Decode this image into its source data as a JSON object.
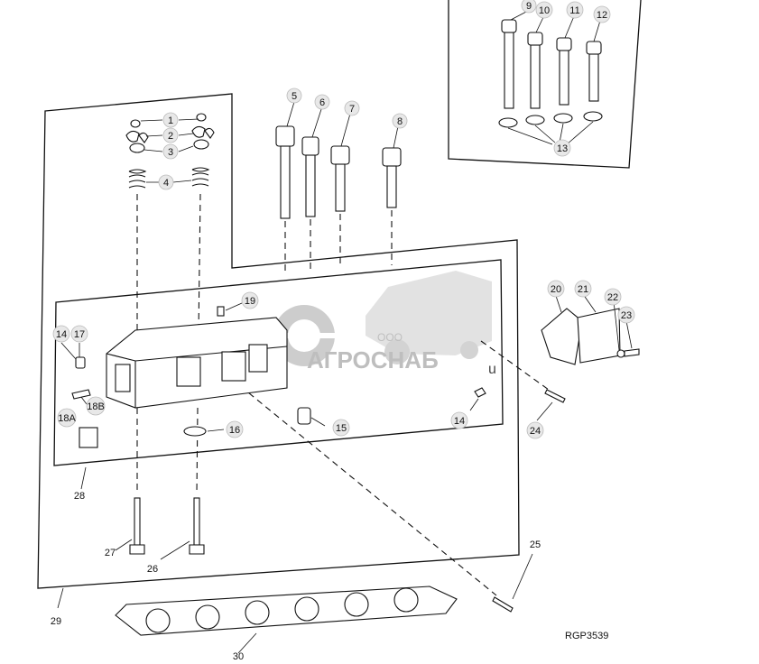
{
  "callouts": {
    "c1": "1",
    "c2": "2",
    "c3": "3",
    "c4": "4",
    "c5": "5",
    "c6": "6",
    "c7": "7",
    "c8": "8",
    "c9": "9",
    "c10": "10",
    "c11": "11",
    "c12": "12",
    "c13": "13",
    "c14a": "14",
    "c14b": "14",
    "c15": "15",
    "c16": "16",
    "c17": "17",
    "c18a": "18A",
    "c18b": "18B",
    "c19": "19",
    "c20": "20",
    "c21": "21",
    "c22": "22",
    "c23": "23",
    "c24": "24",
    "c25": "25",
    "c26": "26",
    "c27": "27",
    "c28": "28",
    "c29": "29",
    "c30": "30"
  },
  "drawing_code": "RGP3539",
  "watermark": {
    "small_text": "ООО",
    "brand": "АГРОСНАБ",
    "suffix": "u"
  }
}
